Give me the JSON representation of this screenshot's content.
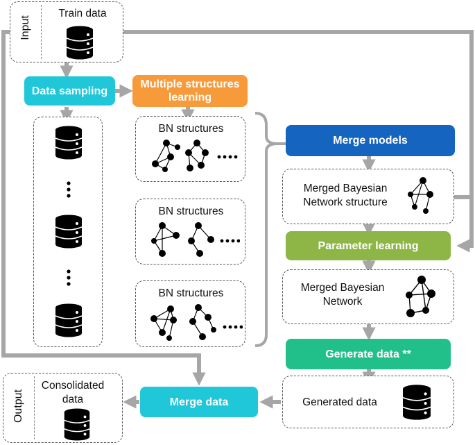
{
  "input": {
    "side_label": "Input",
    "title": "Train data"
  },
  "output": {
    "side_label": "Output",
    "title": "Consolidated data"
  },
  "steps": {
    "data_sampling": "Data sampling",
    "multiple_structures": "Multiple structures learning",
    "merge_models": "Merge models",
    "parameter_learning": "Parameter learning",
    "generate_data": "Generate data **",
    "merge_data": "Merge data"
  },
  "panels": {
    "bn_structures_1": "BN structures",
    "bn_structures_2": "BN structures",
    "bn_structures_3": "BN structures",
    "merged_structure": "Merged Bayesian Network structure",
    "merged_network": "Merged Bayesian Network",
    "generated_data": "Generated data",
    "ellipsis": "...."
  },
  "colors": {
    "data_sampling": "#1fc7d9",
    "multiple_structures": "#f79a3a",
    "merge_models": "#1565c0",
    "parameter_learning": "#8db646",
    "generate_data": "#21c08b",
    "merge_data": "#1fc7d9",
    "arrows": "#a6a6a6"
  }
}
